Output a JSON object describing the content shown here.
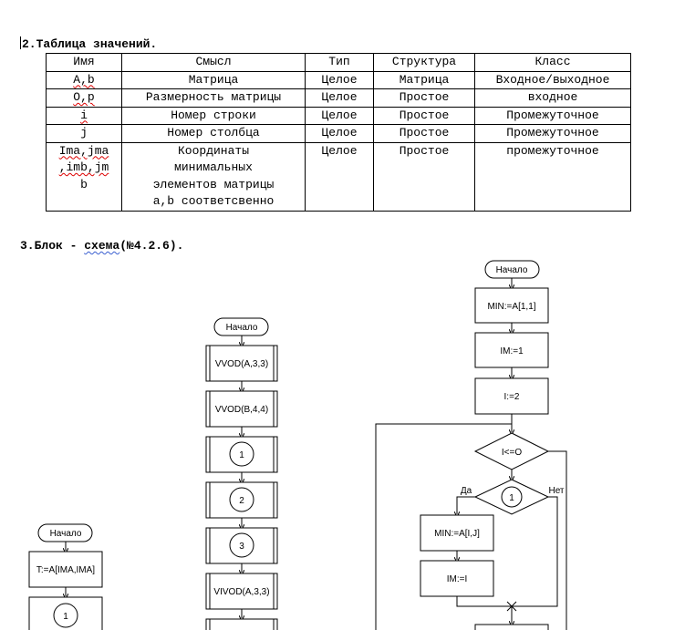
{
  "section2": {
    "title": "2.Таблица значений."
  },
  "table": {
    "headers": [
      "Имя",
      "Смысл",
      "Тип",
      "Структура",
      "Класс"
    ],
    "rows": [
      {
        "name": "A,b",
        "meaning": [
          "Матрица"
        ],
        "type": "Целое",
        "structure": "Матрица",
        "class": "Входное/выходное"
      },
      {
        "name": "O,p",
        "meaning": [
          "Размерность матрицы"
        ],
        "type": "Целое",
        "structure": "Простое",
        "class": "входное"
      },
      {
        "name": "i",
        "meaning": [
          "Номер строки"
        ],
        "type": "Целое",
        "structure": "Простое",
        "class": "Промежуточное"
      },
      {
        "name": "j",
        "meaning": [
          "Номер столбца"
        ],
        "type": "Целое",
        "structure": "Простое",
        "class": "Промежуточное"
      },
      {
        "name_lines": [
          "Ima,jma",
          ",imb,jm",
          "b"
        ],
        "meaning": [
          "Координаты",
          "минимальных",
          "элементов матрицы",
          "a,b соответсвенно"
        ],
        "type": "Целое",
        "structure": "Простое",
        "class": "промежуточное"
      }
    ]
  },
  "section3": {
    "prefix": "3.Блок - ",
    "link": "схема",
    "suffix": "(№4.2.6)."
  },
  "flowchart_left": {
    "start": "Начало",
    "assign": "T:=A[IMA,IMA]",
    "connector": "1"
  },
  "flowchart_middle": {
    "start": "Начало",
    "blocks": [
      "VVOD(A,3,3)",
      "VVOD(B,4,4)",
      "1",
      "2",
      "3",
      "VIVOD(A,3,3)"
    ]
  },
  "flowchart_right": {
    "start": "Начало",
    "assign1": "MIN:=A[1,1]",
    "assign2": "IM:=1",
    "assign3": "I:=2",
    "condition": "I<=O",
    "inner_connector": "1",
    "yes_label": "Да",
    "no_label": "Нет",
    "assign4": "MIN:=A[I,J]",
    "assign5": "IM:=I"
  }
}
